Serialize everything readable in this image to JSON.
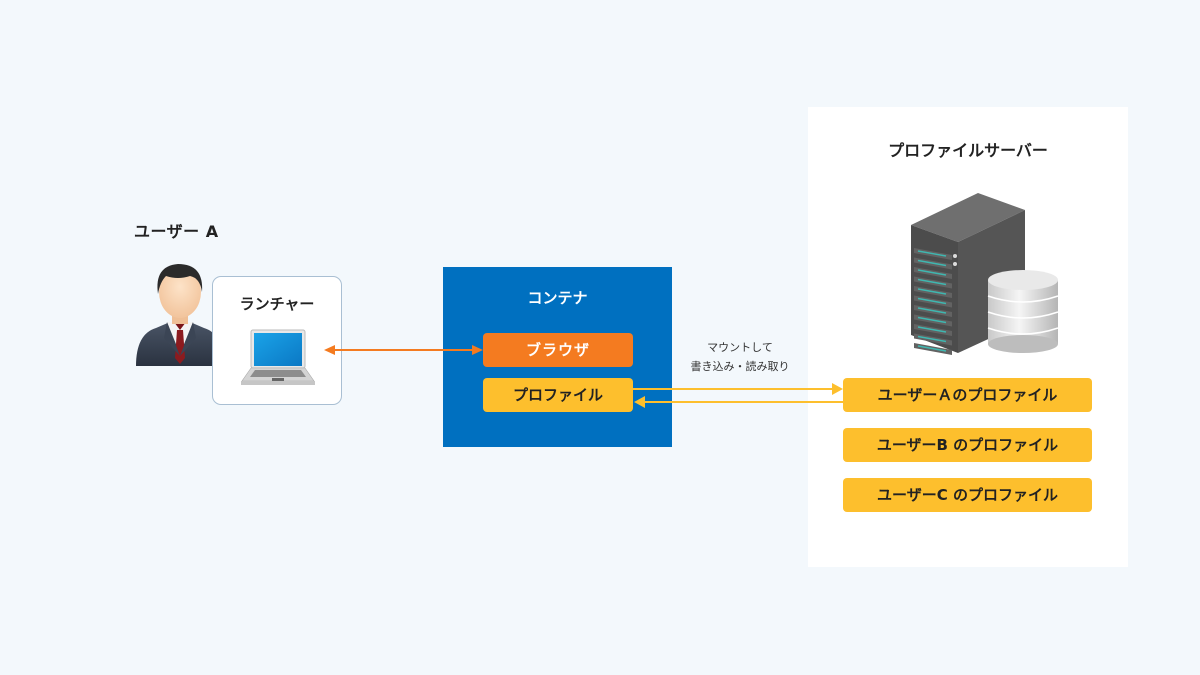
{
  "user": {
    "label": "ユーザー A",
    "icon": "businessman-icon"
  },
  "launcher": {
    "title": "ランチャー",
    "icon": "laptop-icon"
  },
  "container": {
    "title": "コンテナ",
    "browser_label": "ブラウザ",
    "profile_label": "プロファイル"
  },
  "mount": {
    "line1": "マウントして",
    "line2": "書き込み・読み取り"
  },
  "server": {
    "title": "プロファイルサーバー",
    "icon": "server-database-icon",
    "profiles": [
      {
        "label": "ユーザーＡのプロファイル"
      },
      {
        "label": "ユーザーB のプロファイル"
      },
      {
        "label": "ユーザーC のプロファイル"
      }
    ]
  },
  "colors": {
    "background": "#f3f8fc",
    "container": "#0070c0",
    "browser": "#f47b20",
    "profile": "#fdbf2d",
    "panel": "#ffffff"
  }
}
